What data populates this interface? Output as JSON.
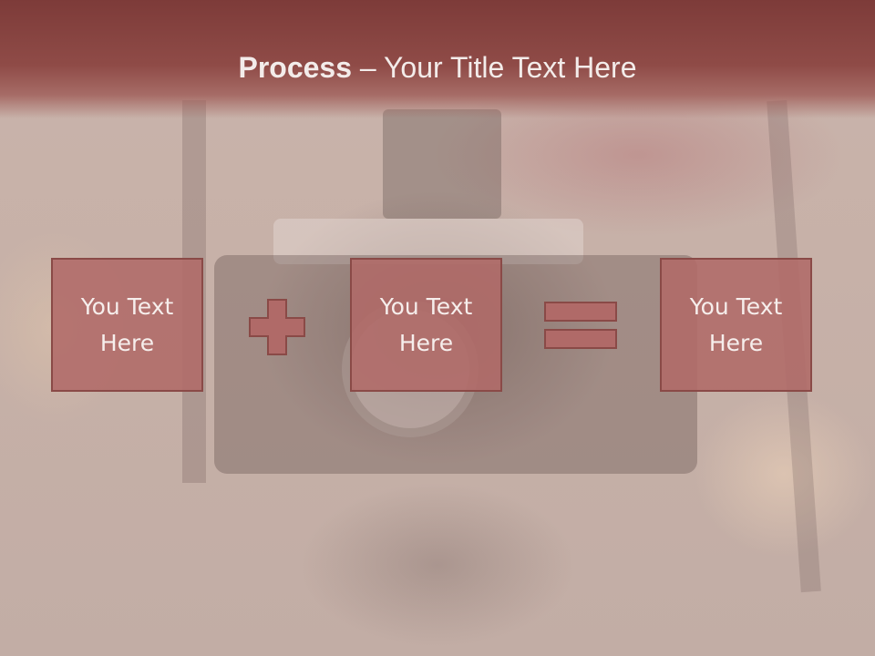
{
  "title": {
    "bold": "Process",
    "rest": " – Your Title Text Here"
  },
  "boxes": [
    {
      "text": "You Text\nHere"
    },
    {
      "text": "You Text\nHere"
    },
    {
      "text": "You Text\nHere"
    }
  ],
  "colors": {
    "title_bar": "#7d3b39",
    "box_fill": "#b06a68",
    "box_border": "#8a4a47",
    "text": "#f6eeec"
  },
  "icons": [
    "plus-icon",
    "equals-icon"
  ]
}
